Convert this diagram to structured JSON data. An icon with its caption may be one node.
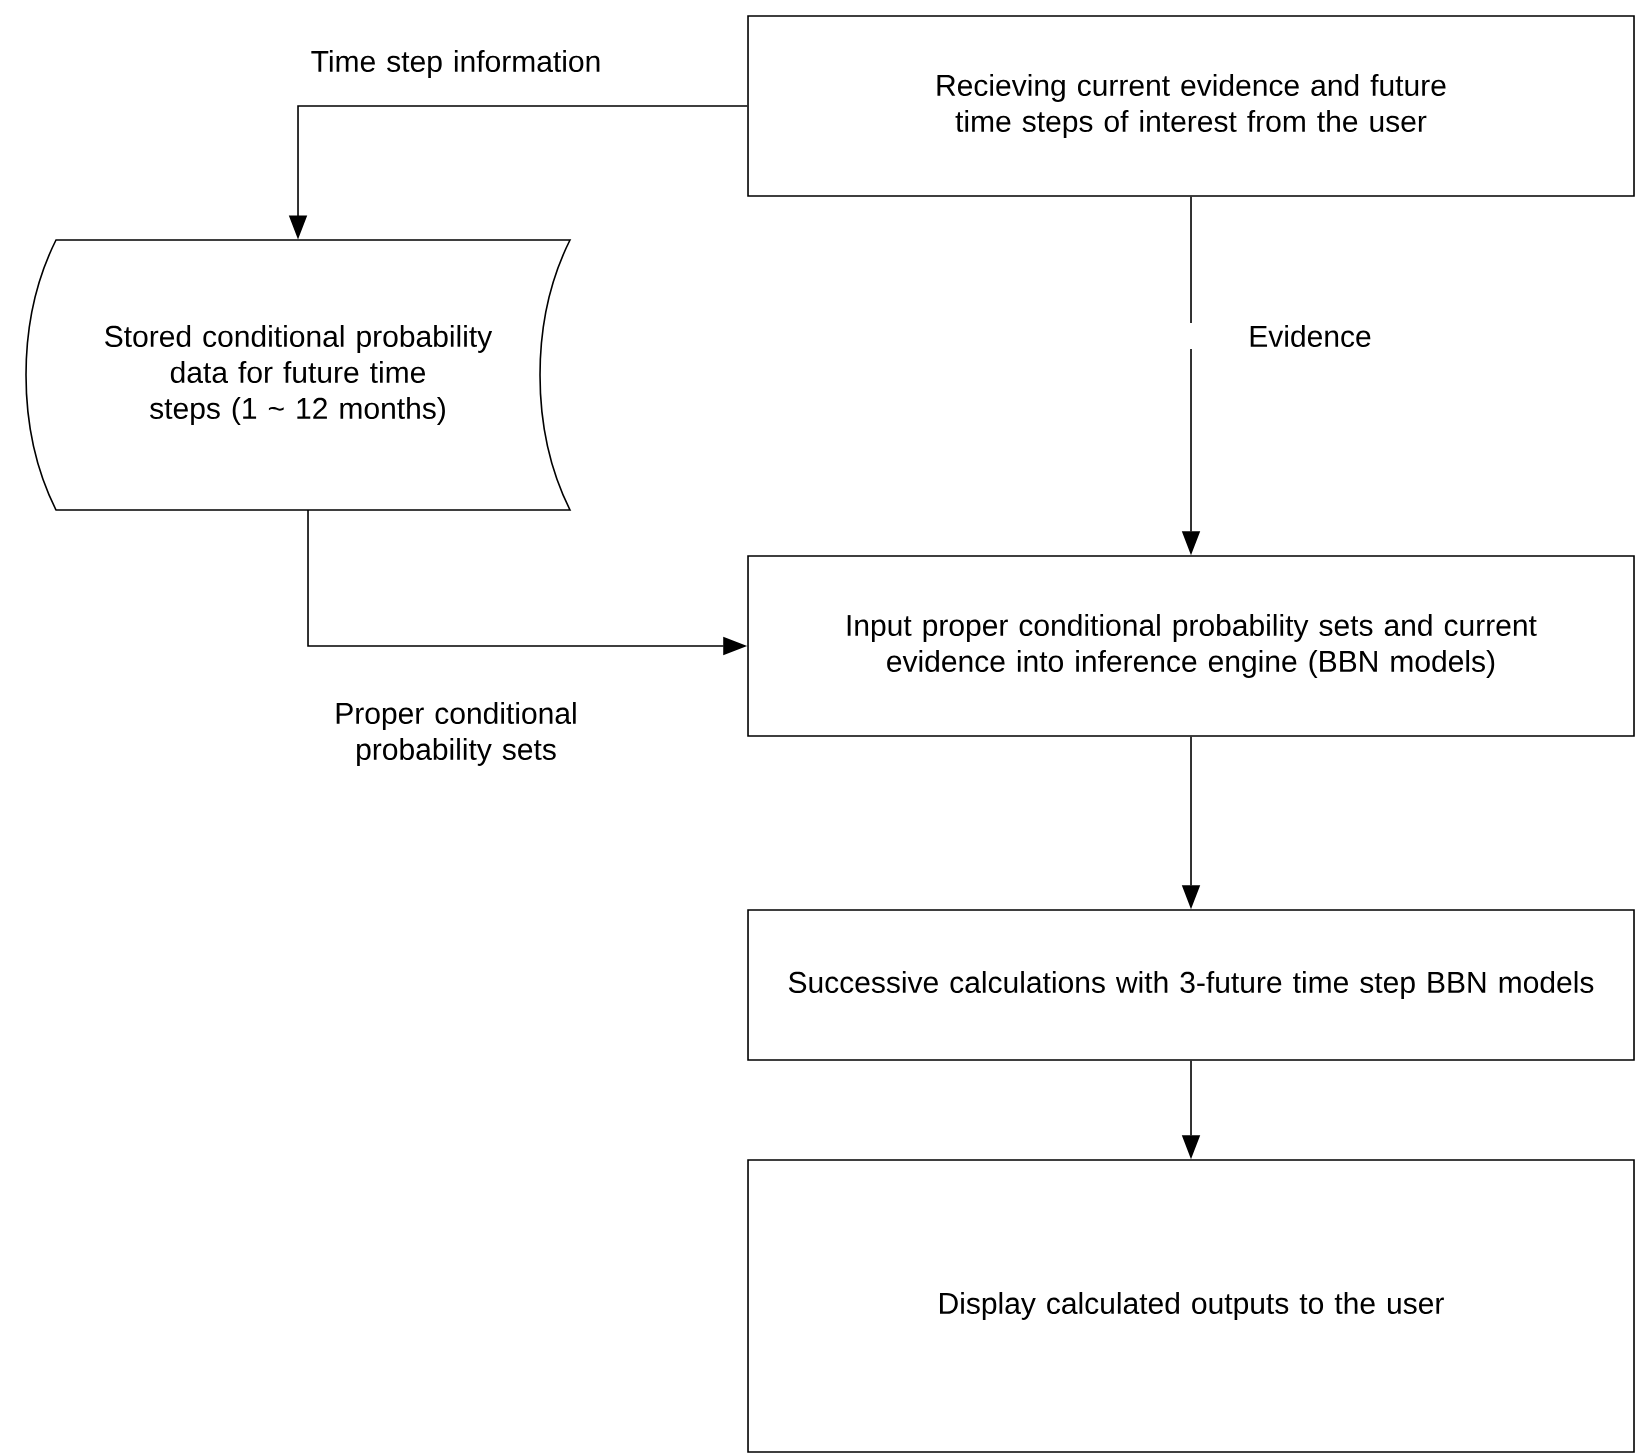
{
  "diagram": {
    "nodes": [
      {
        "text": [
          "Recieving current evidence and future time steps of interest from the user"
        ]
      },
      {
        "text": [
          "Stored conditional probability data for future time steps (1 ~ 12 months)"
        ]
      },
      {
        "text": [
          "Input proper conditional probability sets and current evidence into inference engine (BBN models)"
        ]
      },
      {
        "text": [
          "Successive calculations with 3-future time step BBN models"
        ]
      },
      {
        "text": [
          "Display calculated outputs to the user"
        ]
      }
    ],
    "edges": [
      {
        "from": 0,
        "to": 1,
        "arrow": "to",
        "label": "Time step information"
      },
      {
        "from": 0,
        "to": 2,
        "arrow": "to",
        "label": "Evidence"
      },
      {
        "from": 1,
        "to": 2,
        "arrow": "to",
        "label": "Proper conditional probability sets"
      },
      {
        "from": 2,
        "to": 3,
        "arrow": "to"
      },
      {
        "from": 3,
        "to": 4,
        "arrow": "to"
      }
    ]
  }
}
